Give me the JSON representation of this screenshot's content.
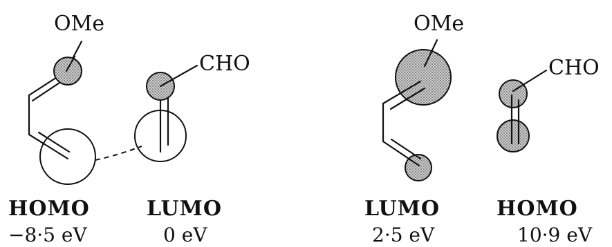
{
  "left_pair": {
    "substituent_top": "OMe",
    "substituent_right": "CHO",
    "orbital_1": {
      "label": "HOMO",
      "energy": "−8·5 eV"
    },
    "orbital_2": {
      "label": "LUMO",
      "energy": "0 eV"
    }
  },
  "right_pair": {
    "substituent_top": "OMe",
    "substituent_right": "CHO",
    "orbital_1": {
      "label": "LUMO",
      "energy": "2·5 eV"
    },
    "orbital_2": {
      "label": "HOMO",
      "energy": "10·9 eV"
    }
  },
  "colors": {
    "ink": "#111111",
    "shading": "#9a9a9a",
    "background": "#ffffff"
  }
}
